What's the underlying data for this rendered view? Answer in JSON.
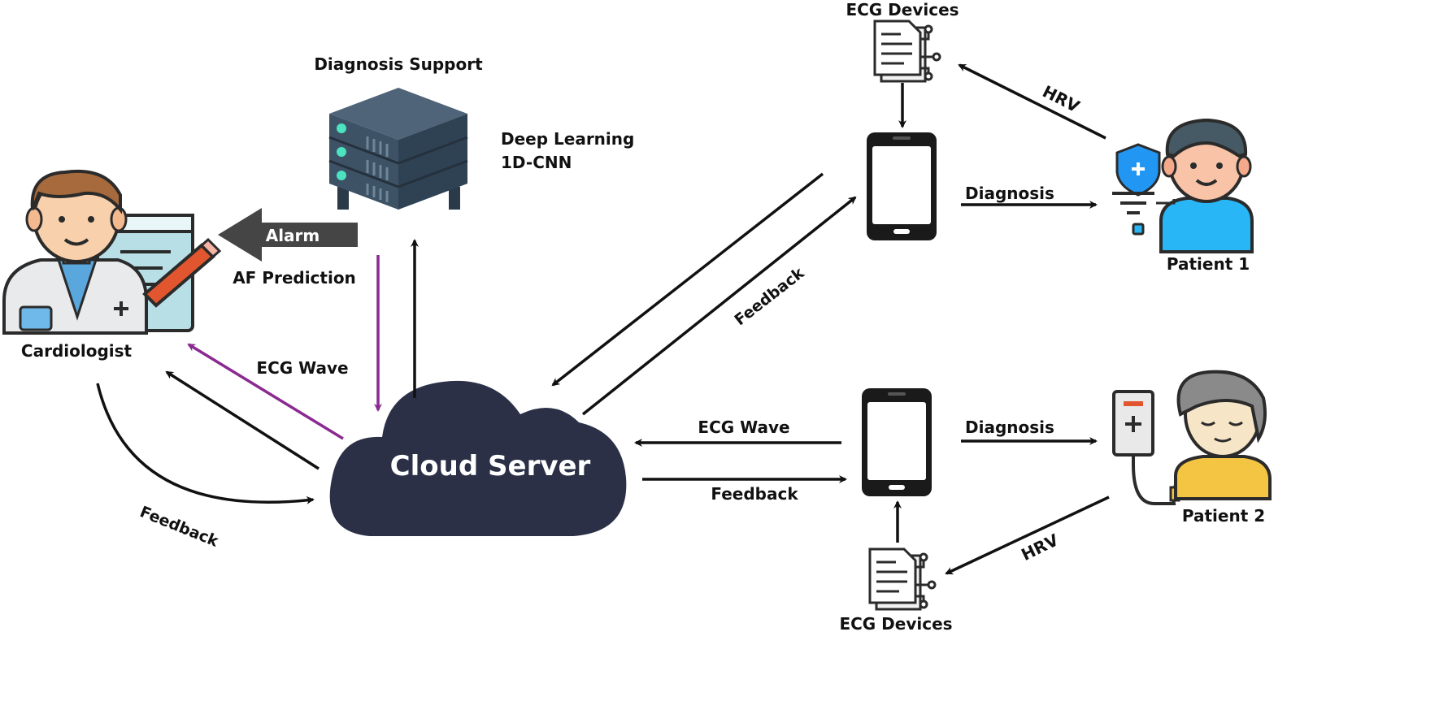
{
  "labels": {
    "diagnosis_support": "Diagnosis Support",
    "deep_learning": "Deep Learning",
    "model": "1D-CNN",
    "alarm": "Alarm",
    "af_prediction": "AF Prediction",
    "cardiologist": "Cardiologist",
    "ecg_wave_left": "ECG Wave",
    "feedback_left": "Feedback",
    "cloud_server": "Cloud Server",
    "feedback_diag": "Feedback",
    "ecg_wave_right": "ECG Wave",
    "feedback_right": "Feedback",
    "ecg_devices_top": "ECG Devices",
    "ecg_devices_bottom": "ECG Devices",
    "hrv_top": "HRV",
    "hrv_bottom": "HRV",
    "diagnosis_top": "Diagnosis",
    "diagnosis_bottom": "Diagnosis",
    "patient1": "Patient 1",
    "patient2": "Patient 2"
  },
  "colors": {
    "cloud": "#2b3047",
    "server": "#3e5266",
    "alarm_arrow": "#454545",
    "purple_arrow": "#8a2a91",
    "arrow": "#111111",
    "patient1_shirt": "#29b6f6",
    "patient2_shirt": "#f4c542",
    "shield": "#2196f3"
  },
  "icons": [
    "server-icon",
    "cardiologist-icon",
    "phone-icon",
    "ecg-document-icon",
    "patient-icon",
    "iv-drip-icon",
    "shield-icon"
  ]
}
